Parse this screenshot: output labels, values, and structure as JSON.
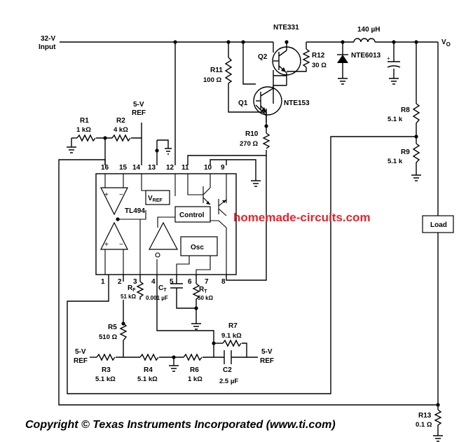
{
  "nets": {
    "input": "32-V",
    "input2": "Input",
    "vout": "V",
    "vout_sub": "O",
    "ref_top": "5-V",
    "ref_top2": "REF",
    "ref_left": "5-V",
    "ref_left2": "REF",
    "ref_right": "5-V",
    "ref_right2": "REF"
  },
  "ic": {
    "name": "TL494",
    "vref": "V",
    "vref_sub": "REF",
    "control": "Control",
    "osc": "Osc",
    "pins_top": [
      "16",
      "15",
      "14",
      "13",
      "12",
      "11",
      "10",
      "9"
    ],
    "pins_bottom": [
      "1",
      "2",
      "3",
      "4",
      "5",
      "6",
      "7",
      "8"
    ]
  },
  "components": {
    "q2": "Q2",
    "q2_part": "NTE331",
    "q1": "Q1",
    "q1_part": "NTE153",
    "r12": "R12",
    "r12_val": "30 Ω",
    "r11": "R11",
    "r11_val": "100 Ω",
    "r10": "R10",
    "r10_val": "270 Ω",
    "l1_val": "140 µH",
    "d1": "NTE6013",
    "r8": "R8",
    "r8_val": "5.1 k",
    "r9": "R9",
    "r9_val": "5.1 k",
    "r1": "R1",
    "r1_val": "1 kΩ",
    "r2": "R2",
    "r2_val": "4 kΩ",
    "rf": "R",
    "rf_sub": "F",
    "rf_val": "51 kΩ",
    "ct": "C",
    "ct_sub": "T",
    "ct_val": "0.001 µF",
    "rt": "R",
    "rt_sub": "T",
    "rt_val": "50 kΩ",
    "r5": "R5",
    "r5_val": "510 Ω",
    "r3": "R3",
    "r3_val": "5.1 kΩ",
    "r4": "R4",
    "r4_val": "5.1 kΩ",
    "r6": "R6",
    "r6_val": "1 kΩ",
    "r7": "R7",
    "r7_val": "9.1 kΩ",
    "c2": "C2",
    "c2_val": "2.5 µF",
    "r13": "R13",
    "r13_val": "0.1 Ω",
    "load": "Load"
  },
  "watermark": "homemade-circuits.com",
  "copyright": "Copyright © Texas Instruments Incorporated  (www.ti.com)"
}
